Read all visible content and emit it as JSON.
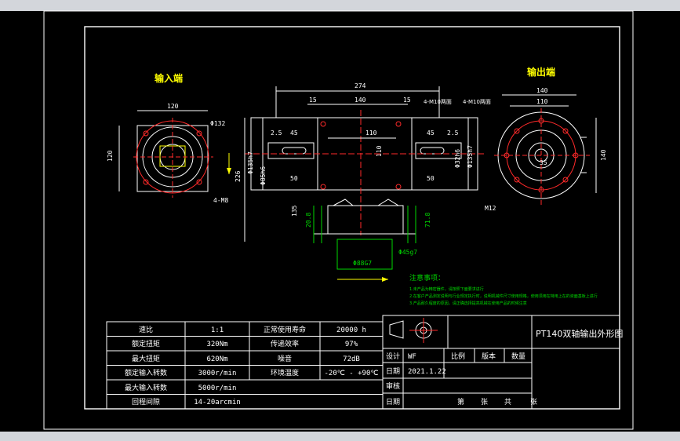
{
  "colors": {
    "background": "#000000",
    "outer_strip": "#d3d6db",
    "line": "#ffffff",
    "center_line": "#ff2a2a",
    "dimension": "#00d800",
    "label": "#ffff00",
    "circle": "#ff2a2a"
  },
  "views": {
    "input_title": "输入端",
    "output_title": "输出端"
  },
  "dims": {
    "input": {
      "width": "120",
      "pcd": "Φ132",
      "height": "120",
      "holes": "4-M8"
    },
    "front": {
      "total": "274",
      "mid": "140",
      "left_gap": "15",
      "right_gap": "15",
      "holes": "4-M10两面",
      "holes2": "4-M10两面",
      "key_left_w": "2.5",
      "key_left_l": "45",
      "key_left_d": "50",
      "key_right_w": "2.5",
      "key_right_l": "45",
      "key_right_d": "50",
      "center_w": "110",
      "center_h": "110",
      "shaft_left": "Φ135h7",
      "bore_left": "Φ85h6",
      "shaft_right": "Φ32h6",
      "bore_right": "Φ135h7",
      "height_total": "226",
      "height_base": "135",
      "base_h1": "20.8",
      "base_h2": "71.8",
      "base_d1": "Φ88G7",
      "base_d2": "Φ45g7"
    },
    "output": {
      "width1": "140",
      "width2": "110",
      "hole_d": "35",
      "height": "140",
      "thread": "M12"
    }
  },
  "notes": {
    "title": "注意事项：",
    "items": [
      "1.未产品为精密器件，请按照下面要求进行",
      "2.在客户产品测定说明与行业规定执行时，说明机械件尺寸使用规格，使用须用在特用上在的液面基板上进行",
      "3.产品耐久程度的原因，请正确选择提高机械在使用产品的时候注意"
    ]
  },
  "spec_table": {
    "rows": [
      {
        "k1": "速比",
        "v1": "1:1",
        "k2": "正常使用寿命",
        "v2": "20000 h"
      },
      {
        "k1": "额定扭矩",
        "v1": "320Nm",
        "k2": "传递效率",
        "v2": "97%"
      },
      {
        "k1": "最大扭矩",
        "v1": "620Nm",
        "k2": "噪音",
        "v2": "72dB"
      },
      {
        "k1": "额定输入转数",
        "v1": "3000r/min",
        "k2": "环境温度",
        "v2": "-20℃ - +90℃"
      },
      {
        "k1": "最大输入转数",
        "v1": "5000r/min",
        "k2": "",
        "v2": ""
      },
      {
        "k1": "回程间隙",
        "v1": "14-20arcmin",
        "k2": "",
        "v2": ""
      }
    ]
  },
  "title_block": {
    "drawing_title": "PT140双轴输出外形图",
    "design_label": "设计",
    "design_value": "WF",
    "scale_label": "比例",
    "version_label": "版本",
    "qty_label": "数量",
    "date_label": "日期",
    "date_value": "2021.1.22",
    "review_label": "审核",
    "date2_label": "日期",
    "sheet_1": "第",
    "sheet_2": "张",
    "sheet_3": "共",
    "sheet_4": "张"
  }
}
